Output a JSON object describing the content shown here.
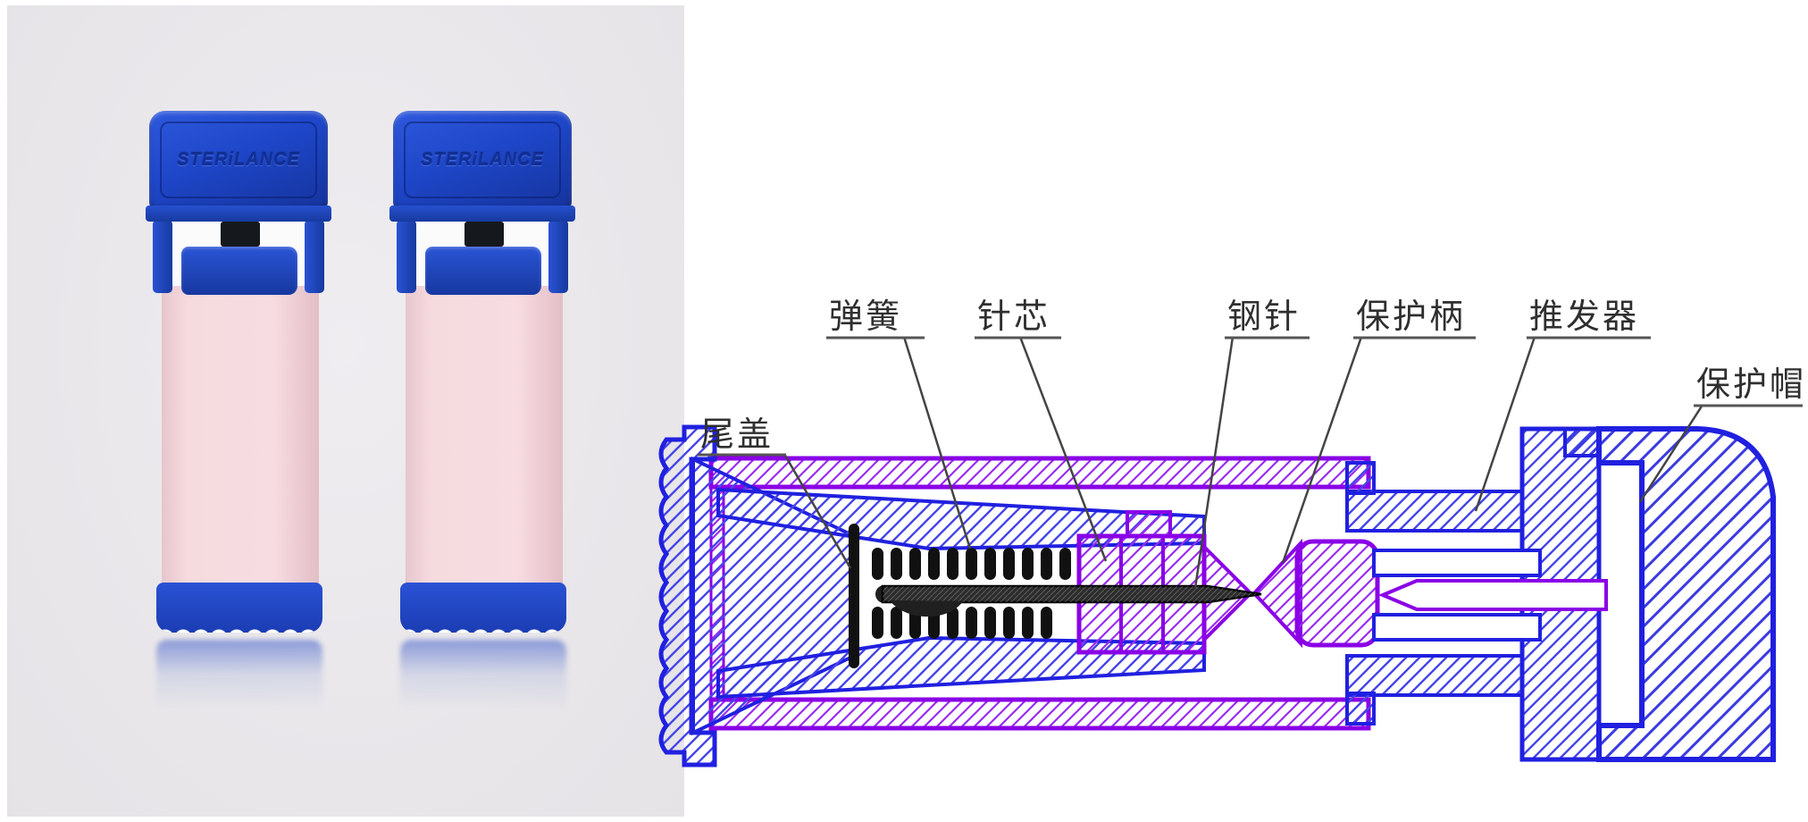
{
  "photo_panel": {
    "brand_text": "STERiLANCE",
    "lancet_count": 2,
    "colors": {
      "cap_blue": "#1e46c8",
      "body_pink": "#f5dade",
      "base_blue": "#2a52d4",
      "panel_background": "#e8e6e9"
    }
  },
  "diagram": {
    "labels": [
      {
        "id": "tail-cap",
        "text": "尾盖"
      },
      {
        "id": "spring",
        "text": "弹簧"
      },
      {
        "id": "needle-core",
        "text": "针芯"
      },
      {
        "id": "steel-needle",
        "text": "钢针"
      },
      {
        "id": "protective-handle",
        "text": "保护柄"
      },
      {
        "id": "pusher",
        "text": "推发器"
      },
      {
        "id": "protective-cap",
        "text": "保护帽"
      }
    ],
    "colors": {
      "outline_blue": "#2020e0",
      "outline_purple": "#8a00e6",
      "leader_line": "#444444",
      "needle_black": "#1a1a1a"
    }
  }
}
